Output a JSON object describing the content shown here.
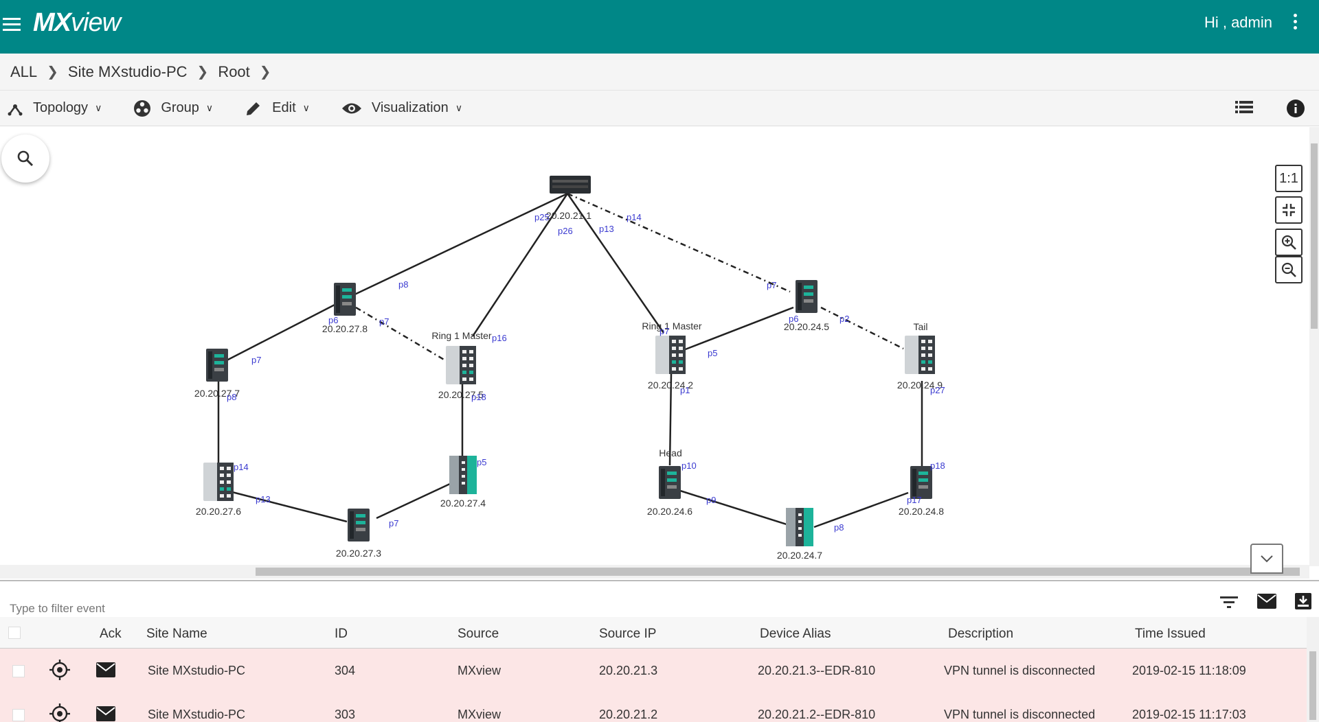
{
  "header": {
    "logo_mx": "MX",
    "logo_view": "view",
    "greeting": "Hi , admin"
  },
  "breadcrumb": [
    "ALL",
    "Site MXstudio-PC",
    "Root"
  ],
  "toolbar": {
    "topology": "Topology",
    "group": "Group",
    "edit": "Edit",
    "visualization": "Visualization"
  },
  "zoom": {
    "one_to_one": "1:1"
  },
  "devices": [
    {
      "ip": "20.20.21.1",
      "role": ""
    },
    {
      "ip": "20.20.27.8",
      "role": ""
    },
    {
      "ip": "20.20.27.7",
      "role": ""
    },
    {
      "ip": "20.20.27.5",
      "role": "Ring 1 Master"
    },
    {
      "ip": "20.20.27.6",
      "role": ""
    },
    {
      "ip": "20.20.27.4",
      "role": ""
    },
    {
      "ip": "20.20.27.3",
      "role": ""
    },
    {
      "ip": "20.20.24.2",
      "role": "Ring 1 Master"
    },
    {
      "ip": "20.20.24.5",
      "role": ""
    },
    {
      "ip": "20.20.24.9",
      "role": "Tail"
    },
    {
      "ip": "20.20.24.6",
      "role": "Head"
    },
    {
      "ip": "20.20.24.7",
      "role": ""
    },
    {
      "ip": "20.20.24.8",
      "role": ""
    }
  ],
  "ports": [
    "p25",
    "p26",
    "p13",
    "p14",
    "p8",
    "p6",
    "p7",
    "p16",
    "p7",
    "p8",
    "p18",
    "p14",
    "p13",
    "p7",
    "p5",
    "p7",
    "p5",
    "p6",
    "p2",
    "p7",
    "p1",
    "p27",
    "p10",
    "p9",
    "p8",
    "p18",
    "p17"
  ],
  "events": {
    "filter_placeholder": "Type to filter event",
    "columns": [
      "Ack",
      "Site Name",
      "ID",
      "Source",
      "Source IP",
      "Device Alias",
      "Description",
      "Time Issued"
    ],
    "rows": [
      {
        "site": "Site MXstudio-PC",
        "id": "304",
        "source": "MXview",
        "source_ip": "20.20.21.3",
        "alias": "20.20.21.3--EDR-810",
        "description": "VPN tunnel is disconnected",
        "time": "2019-02-15 11:18:09"
      },
      {
        "site": "Site MXstudio-PC",
        "id": "303",
        "source": "MXview",
        "source_ip": "20.20.21.2",
        "alias": "20.20.21.2--EDR-810",
        "description": "VPN tunnel is disconnected",
        "time": "2019-02-15 11:17:03"
      }
    ]
  },
  "colors": {
    "header": "#008787",
    "alarm_row": "#fce6e6",
    "port_label": "#3a3ad0"
  }
}
